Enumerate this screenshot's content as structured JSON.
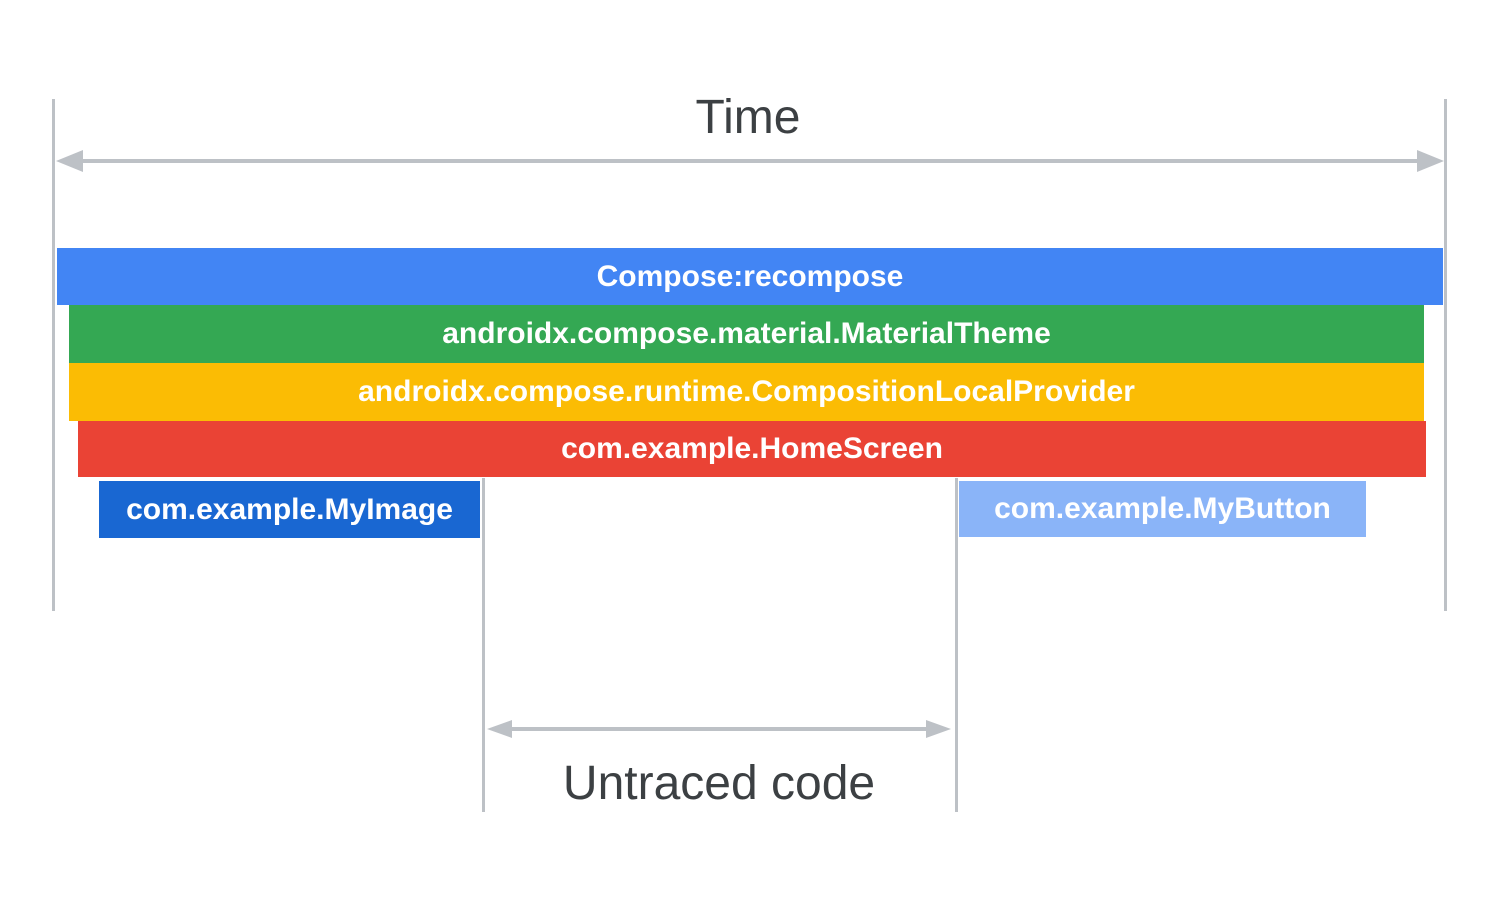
{
  "diagram": {
    "title": "Time",
    "untraced_label": "Untraced code",
    "colors": {
      "guide_gray": "#BDC1C6",
      "label_text": "#3C4043",
      "bar_text": "#FFFFFF",
      "recompose_blue": "#4285F4",
      "material_green": "#34A853",
      "provider_yellow": "#FBBC04",
      "homescreen_red": "#EA4335",
      "myimage_dark_blue": "#1967D2",
      "mybutton_light_blue": "#8AB4F8"
    },
    "bars": [
      {
        "label": "Compose:recompose",
        "color": "#4285F4"
      },
      {
        "label": "androidx.compose.material.MaterialTheme",
        "color": "#34A853"
      },
      {
        "label": "androidx.compose.runtime.CompositionLocalProvider",
        "color": "#FBBC04"
      },
      {
        "label": "com.example.HomeScreen",
        "color": "#EA4335"
      },
      {
        "label": "com.example.MyImage",
        "color": "#1967D2"
      },
      {
        "label": "com.example.MyButton",
        "color": "#8AB4F8"
      }
    ]
  }
}
